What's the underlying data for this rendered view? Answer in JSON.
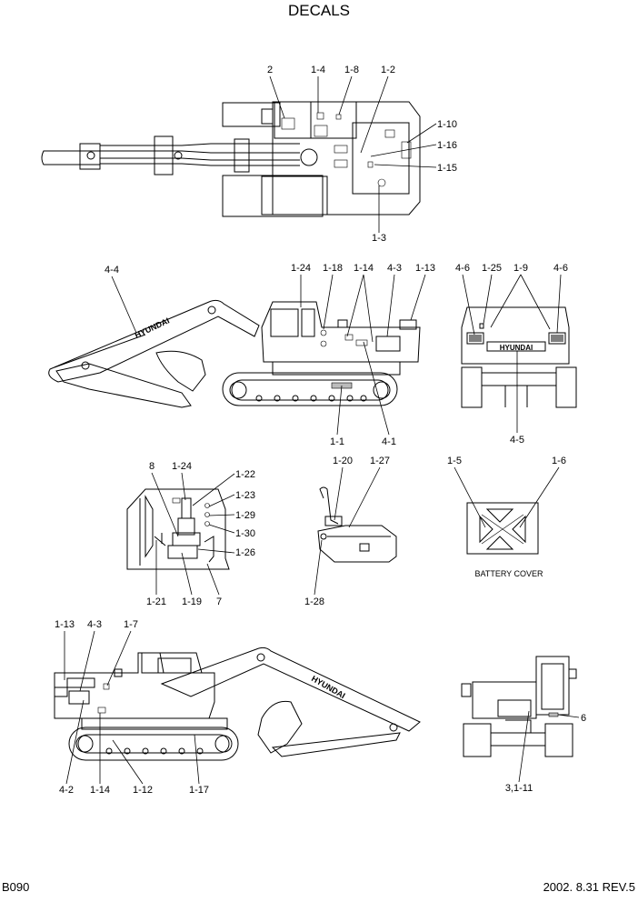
{
  "title": "DECALS",
  "footer": {
    "page_code": "B090",
    "date_rev": "2002. 8.31 REV.5"
  },
  "battery_cover_caption": "BATTERY COVER",
  "logo_text": "HYUNDAI",
  "callouts": {
    "top_2": "2",
    "top_1_4": "1-4",
    "top_1_8": "1-8",
    "top_1_2": "1-2",
    "top_1_10": "1-10",
    "top_1_16": "1-16",
    "top_1_15": "1-15",
    "top_1_3": "1-3",
    "side_4_4": "4-4",
    "side_1_24": "1-24",
    "side_1_18": "1-18",
    "side_1_14": "1-14",
    "side_4_3": "4-3",
    "side_1_13": "1-13",
    "side_1_1": "1-1",
    "side_4_1": "4-1",
    "rear_4_6a": "4-6",
    "rear_1_25": "1-25",
    "rear_1_9": "1-9",
    "rear_4_6b": "4-6",
    "rear_4_5": "4-5",
    "cab_8": "8",
    "cab_1_24": "1-24",
    "cab_1_22": "1-22",
    "cab_1_23": "1-23",
    "cab_1_29": "1-29",
    "cab_1_30": "1-30",
    "cab_1_26": "1-26",
    "cab_1_21": "1-21",
    "cab_1_19": "1-19",
    "cab_7": "7",
    "joy_1_20": "1-20",
    "joy_1_27": "1-27",
    "joy_1_28": "1-28",
    "bat_1_5": "1-5",
    "bat_1_6": "1-6",
    "lside_1_13": "1-13",
    "lside_4_3": "4-3",
    "lside_1_7": "1-7",
    "lside_4_2": "4-2",
    "lside_1_14": "1-14",
    "lside_1_12": "1-12",
    "lside_1_17": "1-17",
    "front_6": "6",
    "front_3_1_11": "3,1-11"
  }
}
